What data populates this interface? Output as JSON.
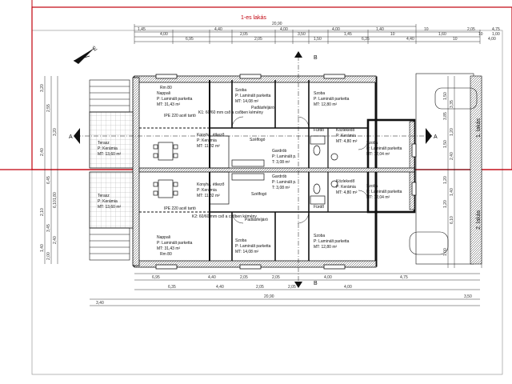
{
  "title": "1-es lakás",
  "north": "É",
  "total_width": "20,90",
  "parking": [
    "1. lakás",
    "2. lakás"
  ],
  "sections": [
    "A",
    "A",
    "B",
    "B"
  ],
  "dims_top": [
    "1,45",
    "4,00",
    "6,95",
    "4,40",
    "2,05",
    "2,05",
    "4,00",
    "3,50",
    "1,50",
    "4,00",
    "1,45",
    "6,35",
    "1,40",
    "10",
    "4,40",
    "10",
    "1,60",
    "10",
    "2,05",
    "10",
    "4,00",
    "4,75",
    "1,00"
  ],
  "dims_bottom": [
    "6,95",
    "4,40",
    "2,05",
    "2,05",
    "4,00",
    "4,75",
    "6,35",
    "4,40",
    "2,05",
    "2,05",
    "4,00",
    "3,40",
    "20,90",
    "3,50"
  ],
  "dims_left": [
    "3,20",
    "2,55",
    "3,20",
    "2,40",
    "6,45",
    "1,80",
    "2,10",
    "3,45",
    "2,40",
    "1,40",
    "2,00",
    "6,10"
  ],
  "dims_right": [
    "1,50",
    "3,35",
    "3,85",
    "1,20",
    "1,50",
    "2,40",
    "1,20",
    "1,40",
    "1,20",
    "6,10",
    "1,00"
  ],
  "rooms_top": [
    {
      "name": "Nappali",
      "floor": "P: Laminált parketta",
      "area": "MT: 31,43 m²"
    },
    {
      "name": "Szoba",
      "floor": "P: Laminált parketta",
      "area": "MT: 14,08 m²"
    },
    {
      "name": "Szoba",
      "floor": "P: Laminált parketta",
      "area": "MT: 12,80 m²"
    },
    {
      "name": "Terasz",
      "floor": "P: Kerámia",
      "area": "MT: 13,60 m²"
    },
    {
      "name": "Konyha, étkező",
      "floor": "P: Kerámia",
      "area": "MT: 11,82 m²"
    },
    {
      "name": "Gardrób",
      "floor": "P: Laminált p.",
      "area": "T: 3,08 m²"
    },
    {
      "name": "Közlekedő",
      "floor": "P: Kerámia",
      "area": "MT: 4,80 m²"
    },
    {
      "name": "Szoba",
      "floor": "P: Laminált parketta",
      "area": "MT: 12,04 m²"
    }
  ],
  "rooms_bottom": [
    {
      "name": "Terasz",
      "floor": "P: Kerámia",
      "area": "MT: 13,60 m²"
    },
    {
      "name": "Konyha, étkező",
      "floor": "P: Kerámia",
      "area": "MT: 11,82 m²"
    },
    {
      "name": "Gardrób",
      "floor": "P: Laminált p.",
      "area": "T: 3,08 m²"
    },
    {
      "name": "Közlekedő",
      "floor": "P: Kerámia",
      "area": "MT: 4,80 m²"
    },
    {
      "name": "Szoba",
      "floor": "P: Laminált parketta",
      "area": "MT: 12,04 m²"
    },
    {
      "name": "Nappali",
      "floor": "P: Laminált parketta",
      "area": "MT: 31,43 m²"
    },
    {
      "name": "Szoba",
      "floor": "P: Laminált parketta",
      "area": "MT: 14,08 m²"
    },
    {
      "name": "Szoba",
      "floor": "P: Laminált parketta",
      "area": "MT: 12,80 m²"
    }
  ],
  "notes_top": [
    "IPE 220 acél tartó",
    "K1: 60/60 mm cső a csőben kémény",
    "Padlásfeljáró",
    "Szélfogó",
    "Fürdő",
    "Rm 80"
  ],
  "notes_bottom": [
    "IPE 220 acél tartó",
    "K2: 60/60 mm cső a csőben kémény",
    "Padlásfeljáró",
    "Szélfogó",
    "Fürdő",
    "Rm 80"
  ],
  "colors": {
    "highlight": "#c0000c",
    "line": "#222222",
    "hatch": "#555555"
  }
}
